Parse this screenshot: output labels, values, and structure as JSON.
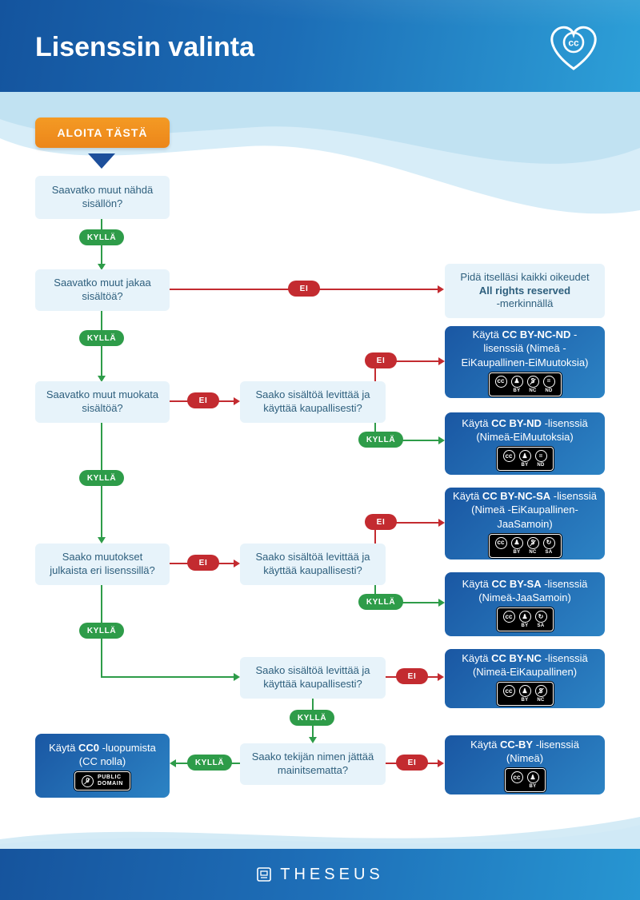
{
  "header": {
    "title": "Lisenssin valinta"
  },
  "start": {
    "label": "ALOITA TÄSTÄ"
  },
  "answers": {
    "yes": "KYLLÄ",
    "no": "EI"
  },
  "questions": {
    "see": "Saavatko muut nähdä sisällön?",
    "share": "Saavatko muut jakaa sisältöä?",
    "modify": "Saavatko muut muokata sisältöä?",
    "relicense": "Saako muutokset julkaista eri lisenssillä?",
    "commercial": "Saako sisältöä levittää ja käyttää kaupallisesti?",
    "anonymous": "Saako tekijän nimen jättää mainitsematta?"
  },
  "results": {
    "all_rights": {
      "pre": "Pidä itselläsi kaikki oikeudet",
      "bold": "All rights reserved",
      "post": "-merkinnällä"
    },
    "by_nc_nd": {
      "pre": "Käytä",
      "code": "CC BY-NC-ND",
      "post": "-lisenssiä (Nimeä -EiKaupallinen-EiMuutoksia)"
    },
    "by_nd": {
      "pre": "Käytä",
      "code": "CC BY-ND",
      "post": "-lisenssiä (Nimeä-EiMuutoksia)"
    },
    "by_nc_sa": {
      "pre": "Käytä",
      "code": "CC BY-NC-SA",
      "post": "-lisenssiä (Nimeä -EiKaupallinen-JaaSamoin)"
    },
    "by_sa": {
      "pre": "Käytä",
      "code": "CC BY-SA",
      "post": "-lisenssiä (Nimeä-JaaSamoin)"
    },
    "by_nc": {
      "pre": "Käytä",
      "code": "CC BY-NC",
      "post": "-lisenssiä (Nimeä-EiKaupallinen)"
    },
    "by": {
      "pre": "Käytä",
      "code": "CC-BY",
      "post": "-lisenssiä (Nimeä)"
    },
    "cc0": {
      "pre": "Käytä",
      "code": "CC0",
      "post": "-luopumista (CC nolla)"
    }
  },
  "badges": {
    "labels": {
      "by": "BY",
      "nc": "NC",
      "nd": "ND",
      "sa": "SA"
    },
    "glyphs": {
      "cc": "cc",
      "by": "♟",
      "nc": "$",
      "nd": "=",
      "sa": "↻",
      "zero": "0"
    },
    "public_domain": {
      "line1": "PUBLIC",
      "line2": "DOMAIN"
    }
  },
  "footer": {
    "brand": "THESEUS"
  },
  "colors": {
    "header_blue_dark": "#14549e",
    "header_blue_light": "#2da0d8",
    "start_orange": "#f08c1e",
    "yes_green": "#2e9c49",
    "no_red": "#c32b30",
    "question_bg": "#e7f3fa",
    "question_text": "#2e5f7d",
    "result_blue_dark": "#1a57a3",
    "result_blue_light": "#2c83c4"
  }
}
